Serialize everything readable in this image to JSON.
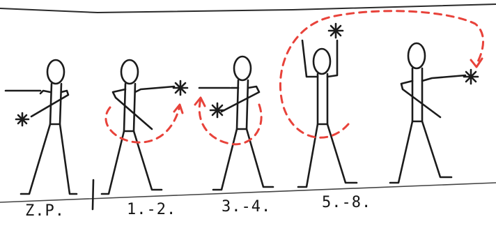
{
  "steps": [
    {
      "label": "Z.P."
    },
    {
      "label": "1.-2."
    },
    {
      "label": "3.-4."
    },
    {
      "label": "5.-8."
    }
  ],
  "colors": {
    "ink": "#1b1b1b",
    "movement_arrow": "#e8423a",
    "paper": "#ffffff"
  },
  "icons": {
    "hand_marker": "asterisk-icon",
    "movement": "dashed-arrow-icon"
  }
}
